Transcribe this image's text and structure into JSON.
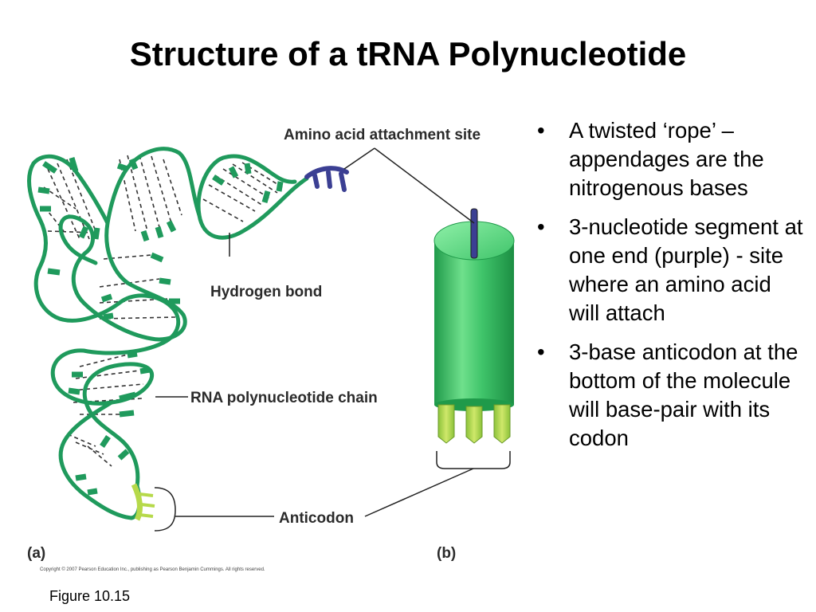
{
  "slide": {
    "title": "Structure of a tRNA Polynucleotide",
    "figure_number": "Figure 10.15"
  },
  "diagram": {
    "labels": {
      "amino_acid_site": "Amino acid attachment site",
      "hydrogen_bond": "Hydrogen bond",
      "rna_chain": "RNA polynucleotide chain",
      "anticodon": "Anticodon",
      "panel_a": "(a)",
      "panel_b": "(b)",
      "copyright": "Copyright © 2007 Pearson Education Inc., publishing as Pearson Benjamin Cummings. All rights reserved."
    },
    "colors": {
      "rna_chain": "#1f9a5c",
      "amino_acid_site": "#3b3f93",
      "anticodon": "#b6d94a",
      "cylinder": "#3fc46a"
    }
  },
  "bullets": [
    "A twisted ‘rope’ – appendages are the nitrogenous bases",
    "3-nucleotide segment at one end (purple) - site where an amino acid will attach",
    "3-base anticodon at the bottom of the molecule will base-pair with its codon"
  ]
}
